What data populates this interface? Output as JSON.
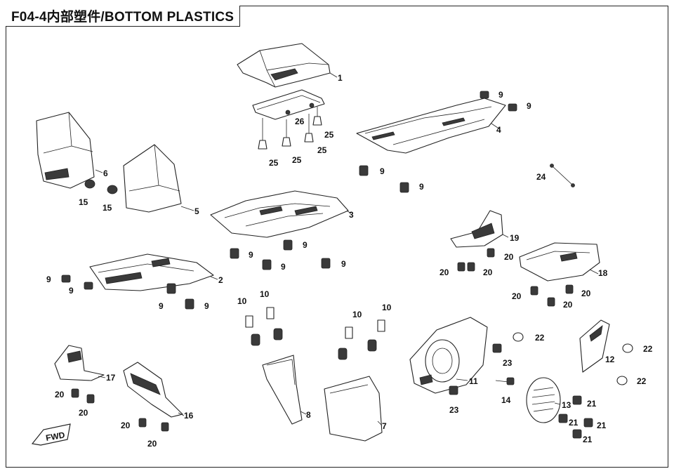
{
  "title": "F04-4内部塑件/BOTTOM PLASTICS",
  "fwd_label": "FWD",
  "callouts": {
    "c1": "1",
    "c2": "2",
    "c3": "3",
    "c4": "4",
    "c5": "5",
    "c6": "6",
    "c7": "7",
    "c8": "8",
    "c9": "9",
    "c10": "10",
    "c11": "11",
    "c12": "12",
    "c13": "13",
    "c14": "14",
    "c15": "15",
    "c16": "16",
    "c17": "17",
    "c18": "18",
    "c19": "19",
    "c20": "20",
    "c21": "21",
    "c22": "22",
    "c23": "23",
    "c24": "24",
    "c25": "25",
    "c26": "26"
  }
}
